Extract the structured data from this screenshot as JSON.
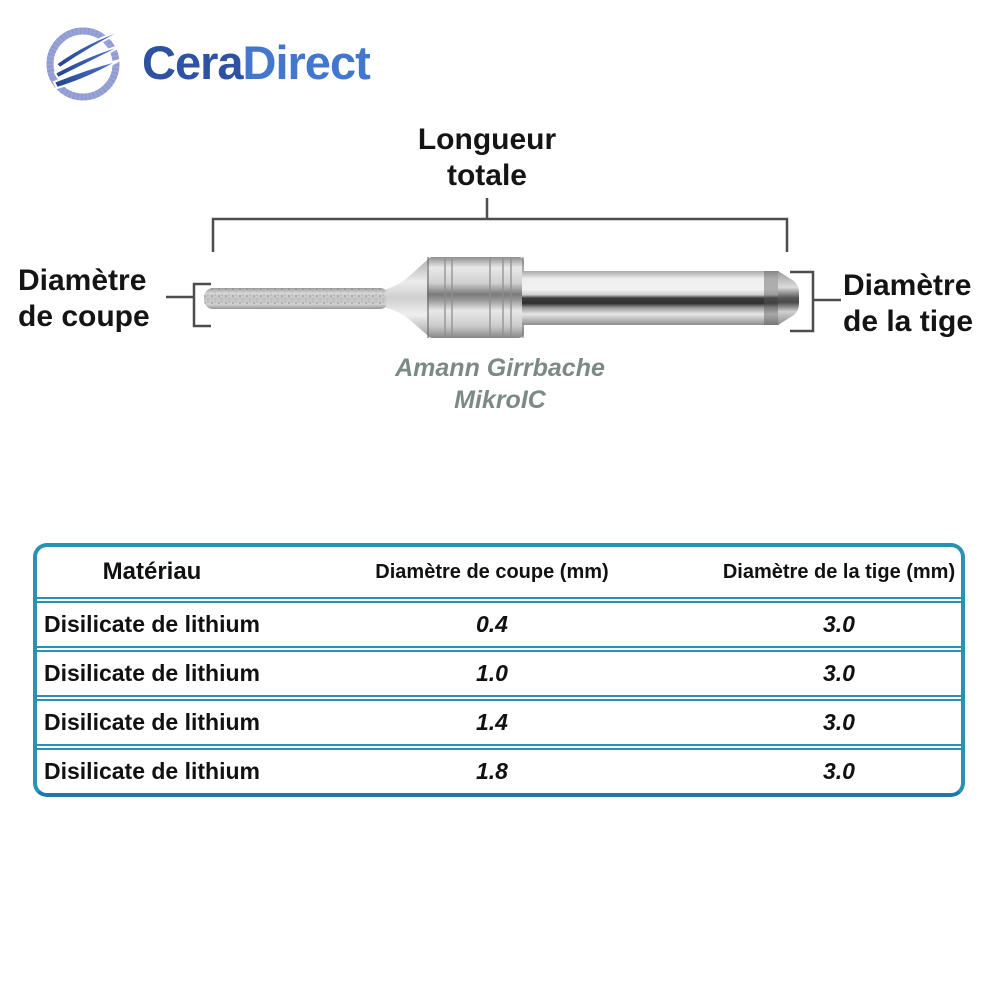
{
  "brand": {
    "name_part1": "Cera",
    "name_part2": "Direct",
    "color_primary": "#2e51a3",
    "color_secondary": "#4277cd",
    "logo_icon": "wave-circle-icon"
  },
  "diagram": {
    "product": "dental-milling-bur",
    "label_total_length": "Longueur\ntotale",
    "label_cut_diameter": "Diamètre\nde coupe",
    "label_shank_diameter": "Diamètre\nde la tige",
    "caption": "Amann Girrbache\nMikroIC",
    "caption_color": "#7b8a85"
  },
  "table": {
    "border_color": "#2991b6",
    "headers": {
      "material": "Matériau",
      "cut_diameter": "Diamètre de coupe (mm)",
      "shank_diameter": "Diamètre de la tige (mm)"
    },
    "rows": [
      {
        "material": "Disilicate de lithium",
        "cut_diameter": "0.4",
        "shank_diameter": "3.0"
      },
      {
        "material": "Disilicate de lithium",
        "cut_diameter": "1.0",
        "shank_diameter": "3.0"
      },
      {
        "material": "Disilicate de lithium",
        "cut_diameter": "1.4",
        "shank_diameter": "3.0"
      },
      {
        "material": "Disilicate de lithium",
        "cut_diameter": "1.8",
        "shank_diameter": "3.0"
      }
    ]
  }
}
